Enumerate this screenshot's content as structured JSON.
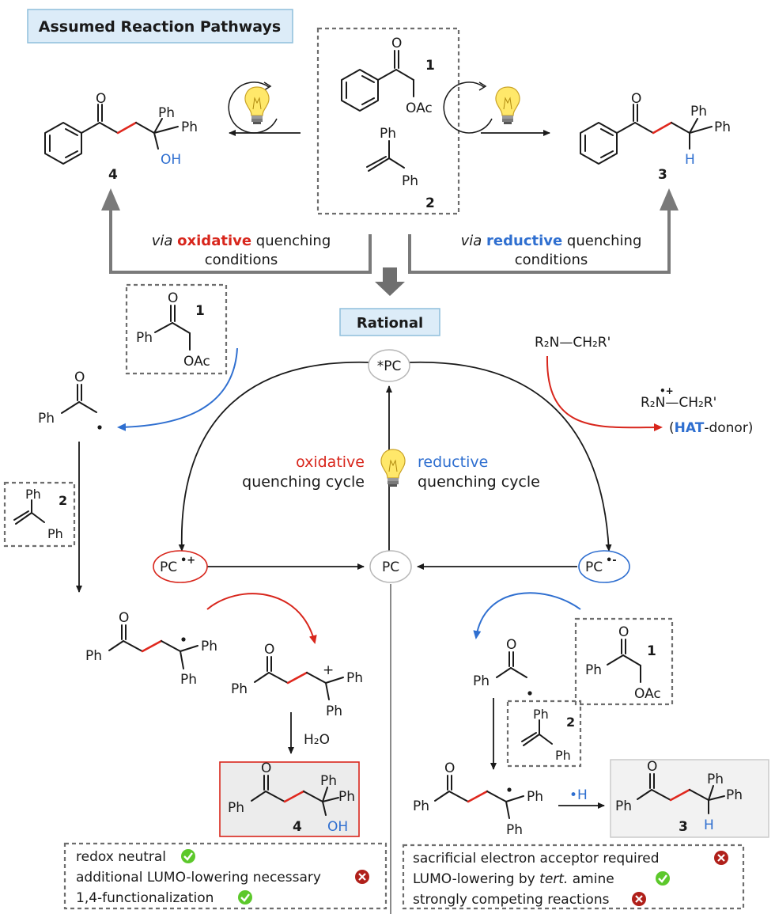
{
  "header": {
    "title": "Assumed Reaction Pathways"
  },
  "rational_label": "Rational",
  "compounds": {
    "num1": "1",
    "num2": "2",
    "num3": "3",
    "num4": "4",
    "Ph": "Ph",
    "OAc": "OAc",
    "O": "O",
    "OH": "OH",
    "H": "H",
    "plus": "+"
  },
  "pathways": {
    "left_via": "via",
    "left_keyword": "oxidative",
    "left_rest": " quenching",
    "left_line2": "conditions",
    "right_via": "via",
    "right_keyword": "reductive",
    "right_rest": " quenching",
    "right_line2": "conditions"
  },
  "cycle": {
    "pc_star": "*PC",
    "pc": "PC",
    "pc_ox": "PC",
    "pc_ox_sup": "•+",
    "pc_red": "PC",
    "pc_red_sup": "•-",
    "oxidative_word": "oxidative",
    "oxidative_line2": "quenching cycle",
    "reductive_word": "reductive",
    "reductive_line2": "quenching cycle"
  },
  "amine": {
    "start": "R₂N—CH₂R'",
    "product": "R₂N—CH₂R'",
    "product_sup": "•+",
    "hat_open": "(",
    "hat_word": "HAT",
    "hat_rest": "-donor)"
  },
  "reagents": {
    "water": "H₂O",
    "h_radical": "•H"
  },
  "left_summary": [
    {
      "text": "redox neutral",
      "status": "check"
    },
    {
      "text": "additional LUMO-lowering necessary",
      "status": "cross"
    },
    {
      "text": "1,4-functionalization",
      "status": "check"
    }
  ],
  "right_summary": {
    "line1": "sacrificial electron acceptor required",
    "line2_pre": "LUMO-lowering by ",
    "line2_ital": "tert.",
    "line2_post": " amine",
    "line3": "strongly competing reactions"
  },
  "colors": {
    "accent_red": "#d8261c",
    "accent_blue": "#2f6fd0",
    "title_box_fill": "#dcecf8",
    "check_green": "#5cc82b",
    "cross_red": "#b0201a",
    "product_box_fill": "#ececec"
  },
  "icons": [
    "lightbulb-icon",
    "light-cycle-icon",
    "check-icon",
    "cross-icon"
  ]
}
